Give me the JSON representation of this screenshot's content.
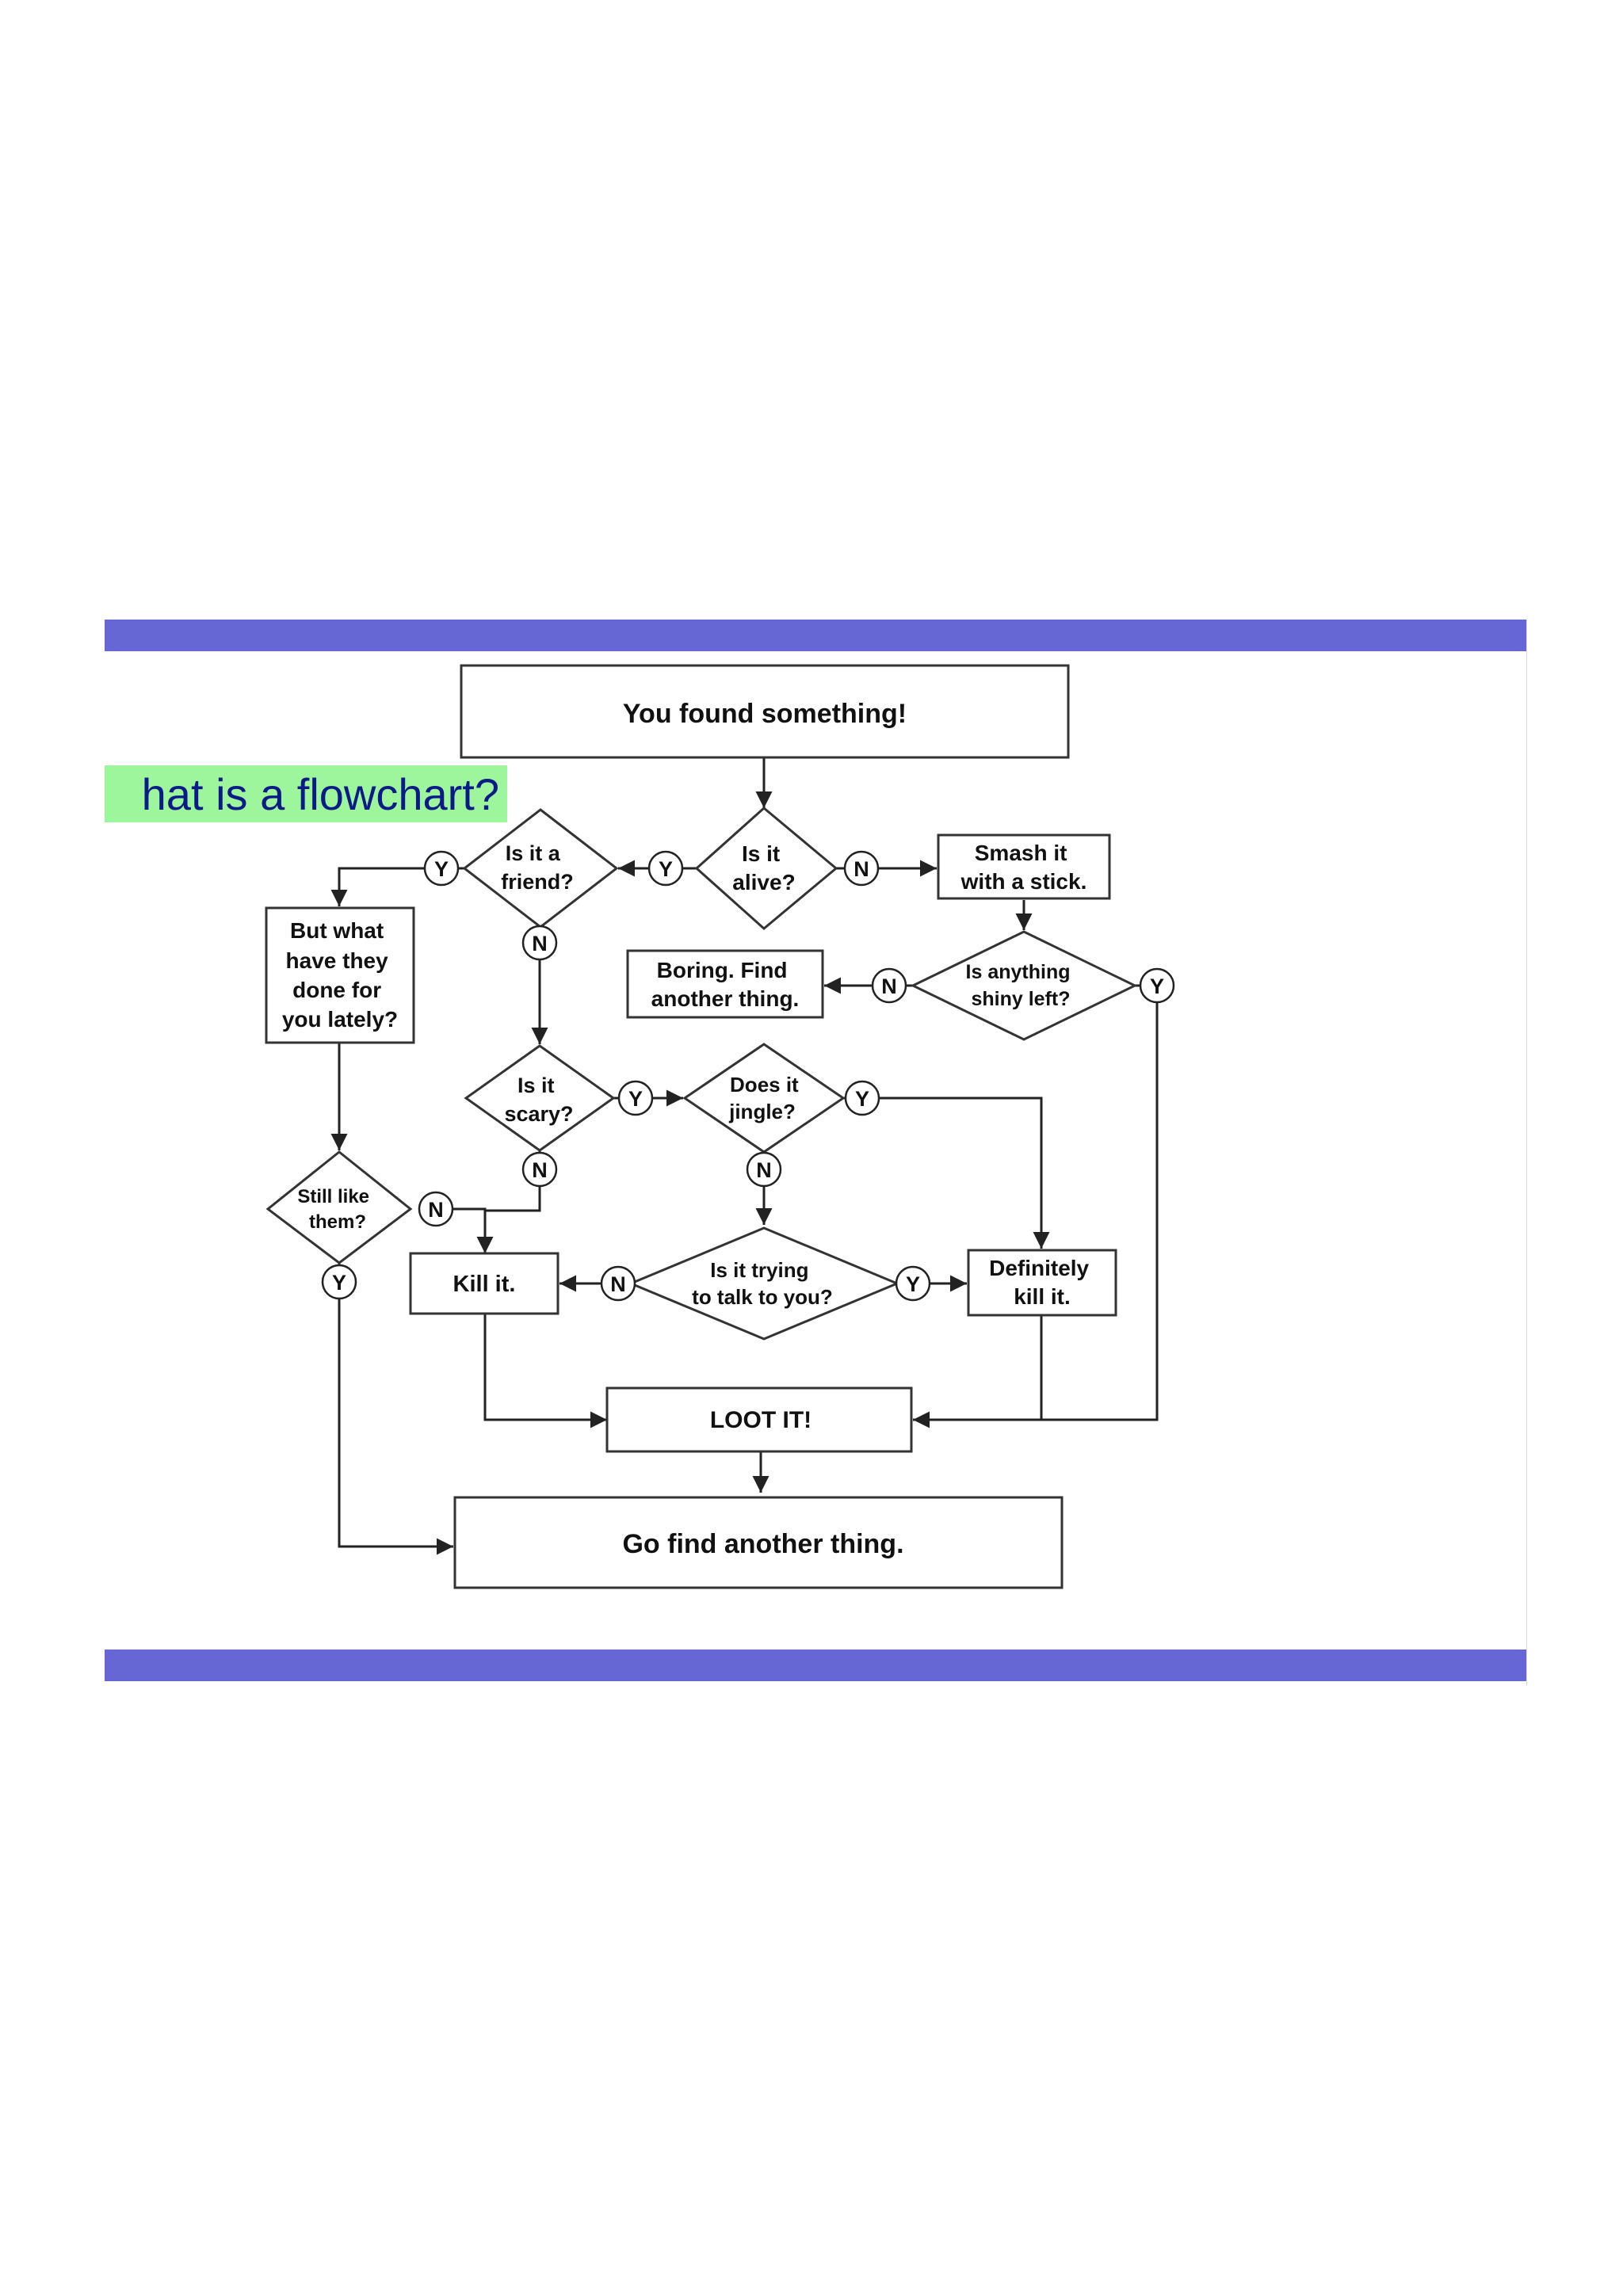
{
  "slide": {
    "title": "hat is a flowchart?",
    "bar_color": "#6666d4",
    "title_bg": "#9df59c",
    "title_color": "#0a1a86"
  },
  "flowchart": {
    "nodes": {
      "start": [
        "You found something!"
      ],
      "alive": [
        "Is it",
        "alive?"
      ],
      "friend": [
        "Is it a",
        "friend?"
      ],
      "smash": [
        "Smash it",
        "with a stick."
      ],
      "lately": [
        "But what",
        "have they",
        "done for",
        "you lately?"
      ],
      "boring": [
        "Boring. Find",
        "another thing."
      ],
      "shiny": [
        "Is anything",
        "shiny left?"
      ],
      "scary": [
        "Is it",
        "scary?"
      ],
      "jingle": [
        "Does it",
        "jingle?"
      ],
      "still": [
        "Still like",
        "them?"
      ],
      "kill": [
        "Kill it."
      ],
      "talk": [
        "Is it trying",
        "to talk to you?"
      ],
      "definitely": [
        "Definitely",
        "kill it."
      ],
      "loot": [
        "LOOT  IT!"
      ],
      "gofind": [
        "Go find another thing."
      ]
    },
    "yes_label": "Y",
    "no_label": "N"
  }
}
